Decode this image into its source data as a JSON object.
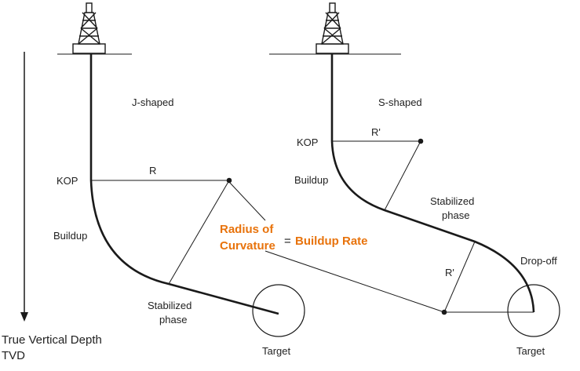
{
  "colors": {
    "accent": "#E8730C",
    "line": "#1a1a1a"
  },
  "left_well": {
    "title": "J-shaped",
    "kop": "KOP",
    "radius": "R",
    "buildup": "Buildup",
    "stabilized": "Stabilized",
    "phase": "phase",
    "target": "Target",
    "icon": "drilling-rig-icon"
  },
  "right_well": {
    "title": "S-shaped",
    "kop": "KOP",
    "radius_top": "R'",
    "buildup": "Buildup",
    "stabilized": "Stabilized",
    "phase": "phase",
    "radius_bottom": "R'",
    "dropoff": "Drop-off",
    "target": "Target",
    "icon": "drilling-rig-icon"
  },
  "formula": {
    "radius_line1": "Radius of",
    "radius_line2": "Curvature",
    "equals": "=",
    "rate": "Buildup Rate"
  },
  "tvd": {
    "line1": "True Vertical Depth",
    "line2": "TVD"
  }
}
